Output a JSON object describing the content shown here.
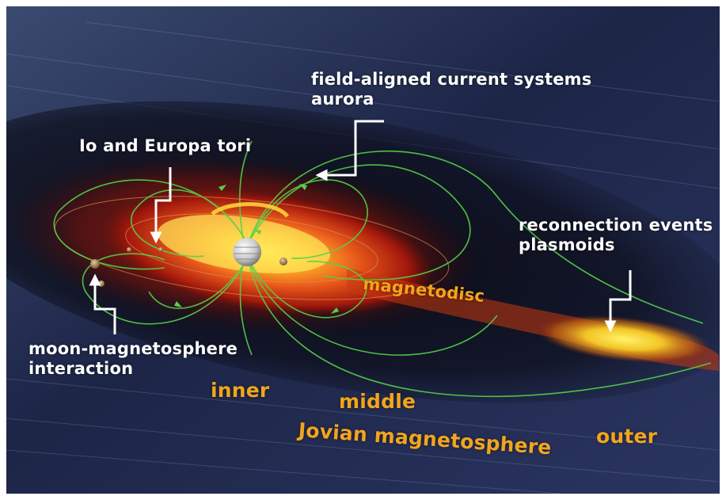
{
  "colors": {
    "space_background": "#1c2240",
    "plasma_hot": "#ffe14a",
    "plasma_mid": "#f07a18",
    "plasma_outer": "#a3180c",
    "field_lines": "#55d24a",
    "label_white": "#ffffff",
    "label_orange": "#f2a51c"
  },
  "labels": {
    "field_aligned": {
      "line1": "field-aligned current systems",
      "line2": "aurora"
    },
    "io_europa": "Io and Europa tori",
    "reconnection": {
      "line1": "reconnection events",
      "line2": "plasmoids"
    },
    "magnetodisc": "magnetodisc",
    "moon_interaction": {
      "line1": "moon-magnetosphere",
      "line2": "interaction"
    },
    "regions": {
      "inner": "inner",
      "middle": "middle",
      "outer": "outer",
      "jovian": "Jovian magnetosphere"
    }
  }
}
